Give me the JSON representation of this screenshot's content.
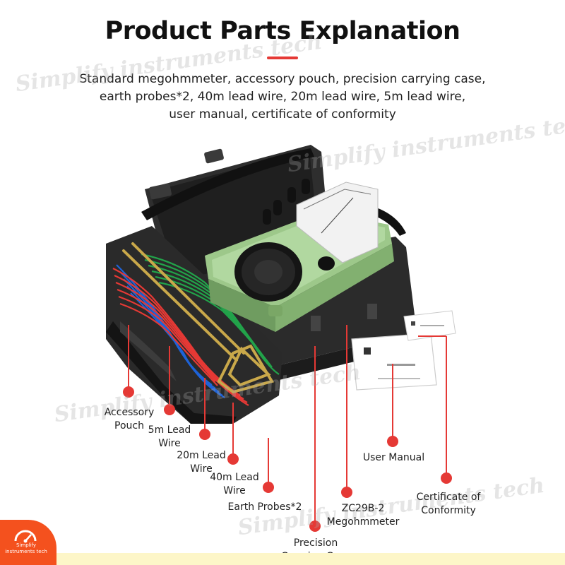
{
  "header": {
    "title": "Product Parts Explanation",
    "description_lines": [
      "Standard megohmmeter, accessory pouch, precision carrying case,",
      "earth probes*2, 40m lead wire, 20m lead wire, 5m lead wire,",
      "user manual, certificate of conformity"
    ]
  },
  "watermark": {
    "text_1": "Simplify instruments tech",
    "text_2": "Simplify instruments tech",
    "text_3": "Simplify instruments tech",
    "text_4": "Simplify instruments tech"
  },
  "callouts": [
    {
      "id": "accessory-pouch",
      "line1": "Accessory",
      "line2": "Pouch"
    },
    {
      "id": "5m-lead-wire",
      "line1": "5m Lead",
      "line2": "Wire"
    },
    {
      "id": "20m-lead-wire",
      "line1": "20m Lead",
      "line2": "Wire"
    },
    {
      "id": "40m-lead-wire",
      "line1": "40m Lead",
      "line2": "Wire"
    },
    {
      "id": "earth-probes",
      "line1": "Earth Probes*2",
      "line2": ""
    },
    {
      "id": "megohmmeter",
      "line1": "ZC29B-2",
      "line2": "Megohmmeter"
    },
    {
      "id": "carrying-case",
      "line1": "Precision",
      "line2": "Carrying Case"
    },
    {
      "id": "user-manual",
      "line1": "User Manual",
      "line2": ""
    },
    {
      "id": "certificate",
      "line1": "Certificate of",
      "line2": "Conformity"
    }
  ],
  "badge": {
    "line1": "Simplify",
    "line2": "instruments tech"
  },
  "colors": {
    "accent": "#e53935",
    "device_body": "#a8d197",
    "case": "#2b2b2b",
    "wire_red": "#e53935",
    "wire_blue": "#1e63d8",
    "wire_green": "#22a34a",
    "probe_brass": "#c9a84a",
    "badge": "#f4511e"
  }
}
